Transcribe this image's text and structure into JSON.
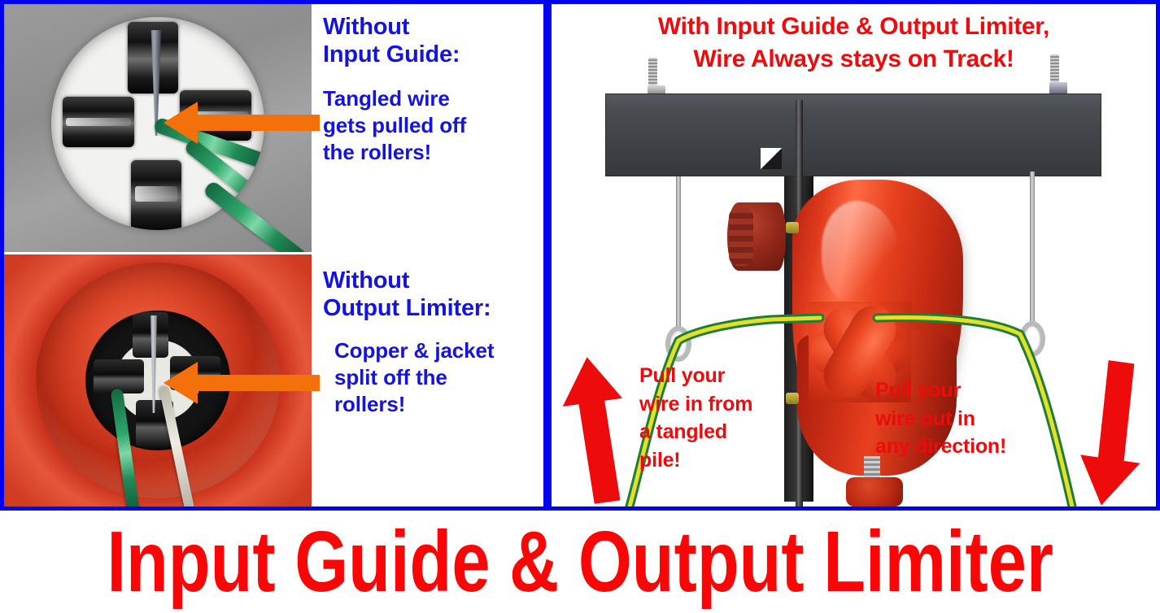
{
  "colors": {
    "frame_blue": "#0000ee",
    "caption_blue": "#1414e0",
    "headline_red": "#ee0b0b",
    "banner_red": "#fb0606",
    "orange_arrow": "#f4700a",
    "red_arrow": "#ee0b0b"
  },
  "left_panel": {
    "photo_top": {
      "alt_name": "without-input-guide-photo",
      "description": "gray plate with circular opening showing four steel rollers and a green wire pulled off-track"
    },
    "photo_bottom": {
      "alt_name": "without-output-limiter-photo",
      "description": "red funnel ring with black rollers, green and white wire conductors split apart"
    },
    "captions": [
      {
        "heading_line1": "Without",
        "heading_line2": "Input Guide:",
        "body_line1": "Tangled wire",
        "body_line2": "gets pulled off",
        "body_line3": "the rollers!"
      },
      {
        "heading_line1": "Without",
        "heading_line2": "Output Limiter:",
        "body_line1": "Copper & jacket",
        "body_line2": "split off the",
        "body_line3": "rollers!"
      }
    ],
    "arrows": [
      {
        "name": "orange-arrow-top",
        "direction": "left"
      },
      {
        "name": "orange-arrow-bottom",
        "direction": "left"
      }
    ]
  },
  "right_panel": {
    "headline_line1": "With Input Guide & Output Limiter,",
    "headline_line2": "Wire  Always stays on Track!",
    "photo": {
      "alt_name": "input-guide-output-limiter-device-photo",
      "description": "dark gray mounting rail with bolts, two hanging rods with eyelets, red cone input guide with red knobs, and a yellow-green wire routed over the eyelets"
    },
    "annotation_left": {
      "line1": "Pull your",
      "line2": "wire in from",
      "line3": "a tangled",
      "line4": "pile!"
    },
    "annotation_right": {
      "line1": "Pull your",
      "line2": "wire out in",
      "line3": "any direction!"
    },
    "arrows": [
      {
        "name": "red-arrow-up",
        "direction": "up"
      },
      {
        "name": "red-arrow-down",
        "direction": "down"
      }
    ]
  },
  "banner": {
    "title": "Input Guide & Output Limiter"
  }
}
